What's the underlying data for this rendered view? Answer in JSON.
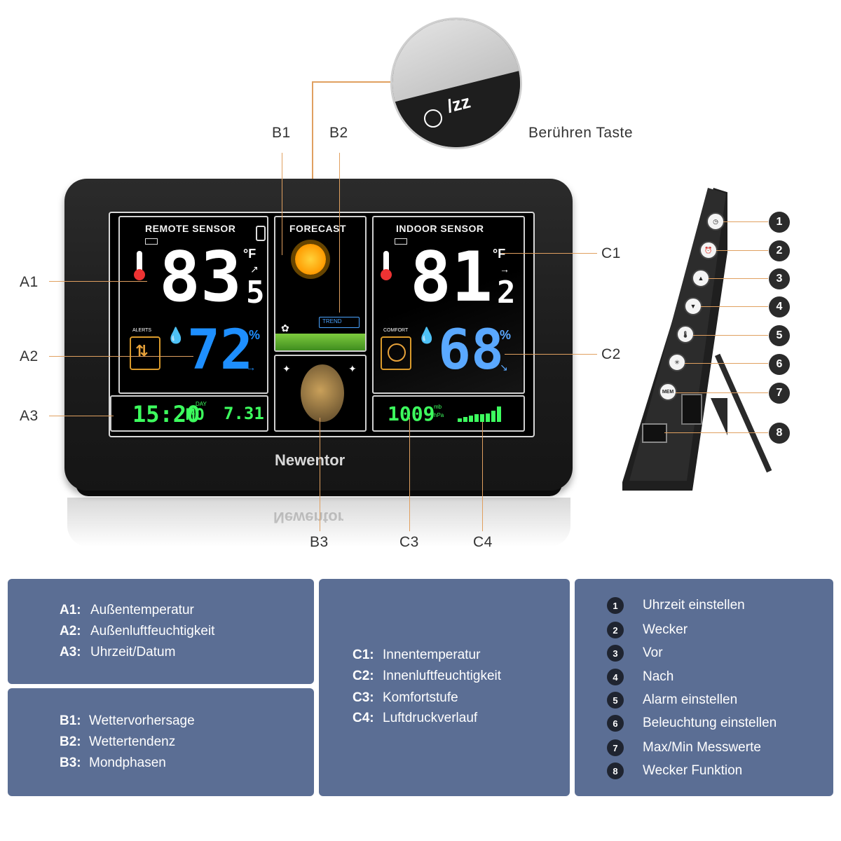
{
  "callouts": {
    "a1": "A1",
    "a2": "A2",
    "a3": "A3",
    "b1": "B1",
    "b2": "B2",
    "b3": "B3",
    "c1": "C1",
    "c2": "C2",
    "c3": "C3",
    "c4": "C4",
    "touch_button": "Berühren Taste"
  },
  "device": {
    "brand": "Newentor",
    "remote": {
      "title": "REMOTE SENSOR",
      "temp": "83",
      "temp_dec": "5",
      "unit": "°F",
      "humidity": "72",
      "hum_unit": "%",
      "alerts": "ALERTS"
    },
    "forecast": {
      "title": "FORECAST",
      "trend": "TREND"
    },
    "indoor": {
      "title": "INDOOR SENSOR",
      "temp": "81",
      "temp_dec": "2",
      "unit": "°F",
      "humidity": "68",
      "hum_unit": "%",
      "comfort": "COMFORT"
    },
    "clock": {
      "time": "15:20",
      "day_label": "DAY",
      "day": "MO",
      "date": "7.31."
    },
    "pressure": {
      "value": "1009",
      "unit_top": "mb",
      "unit_bottom": "hPa"
    }
  },
  "side_buttons": [
    "1",
    "2",
    "3",
    "4",
    "5",
    "6",
    "7",
    "8"
  ],
  "side_button_marks": {
    "mem": "MEM"
  },
  "legend_a": [
    {
      "key": "A1:",
      "text": "Außentemperatur"
    },
    {
      "key": "A2:",
      "text": "Außenluftfeuchtigkeit"
    },
    {
      "key": "A3:",
      "text": "Uhrzeit/Datum"
    }
  ],
  "legend_b": [
    {
      "key": "B1:",
      "text": "Wettervorhersage"
    },
    {
      "key": "B2:",
      "text": "Wettertendenz"
    },
    {
      "key": "B3:",
      "text": "Mondphasen"
    }
  ],
  "legend_c": [
    {
      "key": "C1:",
      "text": "Innentemperatur"
    },
    {
      "key": "C2:",
      "text": "Innenluftfeuchtigkeit"
    },
    {
      "key": "C3:",
      "text": "Komfortstufe"
    },
    {
      "key": "C4:",
      "text": "Luftdruckverlauf"
    }
  ],
  "legend_buttons": [
    {
      "num": "1",
      "text": "Uhrzeit einstellen"
    },
    {
      "num": "2",
      "text": "Wecker"
    },
    {
      "num": "3",
      "text": "Vor"
    },
    {
      "num": "4",
      "text": "Nach"
    },
    {
      "num": "5",
      "text": "Alarm einstellen"
    },
    {
      "num": "6",
      "text": "Beleuchtung einstellen"
    },
    {
      "num": "7",
      "text": "Max/Min Messwerte"
    },
    {
      "num": "8",
      "text": "Wecker Funktion"
    }
  ],
  "colors": {
    "box": "#5b6e94",
    "humidity_remote": "#1e8fff",
    "humidity_indoor": "#5aa8ff",
    "segment_green": "#3dff5e"
  }
}
